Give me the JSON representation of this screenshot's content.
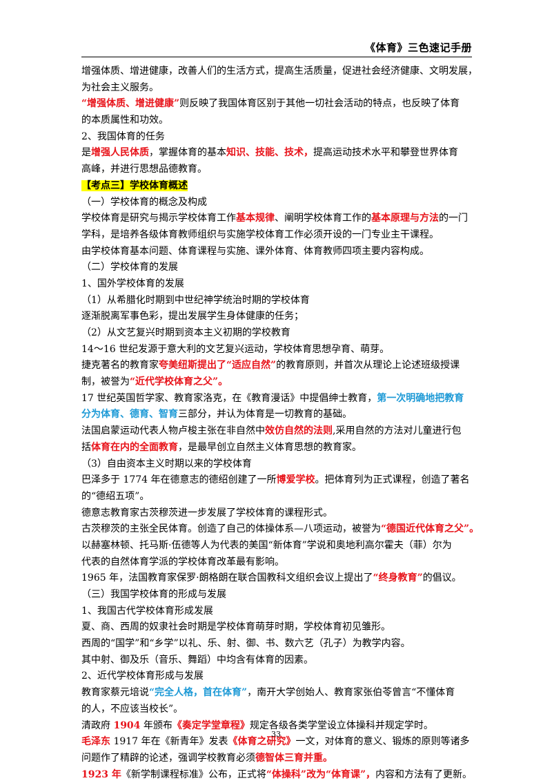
{
  "header": {
    "title": "《体育》三色速记手册"
  },
  "lines": [
    [
      {
        "t": "增强体质、增进健康，改善人们的生活方式，提高生活质量，促进社会经济健康、文明发展，",
        "s": ""
      }
    ],
    [
      {
        "t": "为社会主义服务。",
        "s": ""
      }
    ],
    [
      {
        "t": "“增强体质、增进健康”",
        "s": "red"
      },
      {
        "t": "则反映了我国体育区别于其他一切社会活动的特点，也反映了体育",
        "s": ""
      }
    ],
    [
      {
        "t": "的本质属性和功效。",
        "s": ""
      }
    ],
    [
      {
        "t": "2、我国体育的任务",
        "s": ""
      }
    ],
    [
      {
        "t": "是",
        "s": ""
      },
      {
        "t": "增强人民体质",
        "s": "red"
      },
      {
        "t": "，掌握体育的基本",
        "s": ""
      },
      {
        "t": "知识、技能、技术，",
        "s": "red"
      },
      {
        "t": "提高运动技术水平和攀登世界体育",
        "s": ""
      }
    ],
    [
      {
        "t": "高峰，并进行思想品德教育。",
        "s": ""
      }
    ],
    [
      {
        "t": "【考点三】学校体育概述",
        "s": "hl"
      }
    ],
    [
      {
        "t": "（一）学校体育的概念及构成",
        "s": ""
      }
    ],
    [
      {
        "t": "学校体育是研究与揭示学校体育工作",
        "s": ""
      },
      {
        "t": "基本规律",
        "s": "red"
      },
      {
        "t": "、阐明学校体育工作的",
        "s": ""
      },
      {
        "t": "基本原理与方法",
        "s": "red"
      },
      {
        "t": "的一门",
        "s": ""
      }
    ],
    [
      {
        "t": "学科，是培养各级体育教师组织与实施学校体育工作必须开设的一门专业主干课程。",
        "s": ""
      }
    ],
    [
      {
        "t": "由学校体育基本问题、体育课程与实施、课外体育、体育教师四项主要内容构成。",
        "s": ""
      }
    ],
    [
      {
        "t": "（二）学校体育的发展",
        "s": ""
      }
    ],
    [
      {
        "t": "1、国外学校体育的发展",
        "s": ""
      }
    ],
    [
      {
        "t": "（1）从希腊化时期到中世纪神学统治时期的学校体育",
        "s": ""
      }
    ],
    [
      {
        "t": "逐渐脱离军事色彩，提出发展学生身体健康的任务；",
        "s": ""
      }
    ],
    [
      {
        "t": "（2）从文艺复兴时期到资本主义初期的学校教育",
        "s": ""
      }
    ],
    [
      {
        "t": "14～16 世纪发源于意大利的文艺复兴运动，学校体育思想孕育、萌芽。",
        "s": ""
      }
    ],
    [
      {
        "t": "捷克著名的教育家",
        "s": ""
      },
      {
        "t": "夸美纽斯提出了“适应自然”",
        "s": "red"
      },
      {
        "t": "的教育原则，并首次从理论上论述班级授课",
        "s": ""
      }
    ],
    [
      {
        "t": "制，被誉为",
        "s": ""
      },
      {
        "t": "“近代学校体育之父”。",
        "s": "red"
      }
    ],
    [
      {
        "t": "17 世纪英国哲学家、教育家洛克，在《教育漫话》中提倡绅士教育，",
        "s": ""
      },
      {
        "t": "第一次明确地把教育",
        "s": "blue"
      }
    ],
    [
      {
        "t": "分为体育、德育、智育",
        "s": "blue"
      },
      {
        "t": "三部分，并认为体育是一切教育的基础。",
        "s": ""
      }
    ],
    [
      {
        "t": "法国启蒙运动代表人物卢梭主张在非自然中",
        "s": ""
      },
      {
        "t": "效仿自然的法则",
        "s": "red"
      },
      {
        "t": ",采用自然的方法对儿童进行包",
        "s": ""
      }
    ],
    [
      {
        "t": "括",
        "s": ""
      },
      {
        "t": "体育在内的全面教育",
        "s": "red"
      },
      {
        "t": "，是最早创立自然主义体育思想的教育家。",
        "s": ""
      }
    ],
    [
      {
        "t": "（3）自由资本主义时期以来的学校体育",
        "s": ""
      }
    ],
    [
      {
        "t": "巴泽多于 1774 年在德意志的德绍创建了一所",
        "s": ""
      },
      {
        "t": "博爱学校",
        "s": "red"
      },
      {
        "t": "。把体育列为正式课程，创造了著名",
        "s": ""
      }
    ],
    [
      {
        "t": "的“德绍五项”。",
        "s": ""
      }
    ],
    [
      {
        "t": "德意志教育家古茨穆茨进一步发展了学校体育的课程形式。",
        "s": ""
      }
    ],
    [
      {
        "t": "古茨穆茨的主张全民体育。创造了自己的体操体系—八项运动，被誉为",
        "s": ""
      },
      {
        "t": "“德国近代体育之父”。",
        "s": "red"
      }
    ],
    [
      {
        "t": "以赫塞林顿、托马斯·伍德等人为代表的美国“新体育”学说和奥地利高尔霍夫（菲）尔为",
        "s": ""
      }
    ],
    [
      {
        "t": "代表的自然体育学派的学校体育改革最有影响。",
        "s": ""
      }
    ],
    [
      {
        "t": "1965 年，法国教育家保罗·朗格朗在联合国教科文组织会议上提出了",
        "s": ""
      },
      {
        "t": "“终身教育”",
        "s": "red"
      },
      {
        "t": "的倡议。",
        "s": ""
      }
    ],
    [
      {
        "t": "（三）我国学校体育的形成与发展",
        "s": ""
      }
    ],
    [
      {
        "t": "1、我国古代学校体育形成发展",
        "s": ""
      }
    ],
    [
      {
        "t": "夏、商、西周的奴隶社会时期是学校体育萌芽时期，学校体育初见雏形。",
        "s": ""
      }
    ],
    [
      {
        "t": "西周的“国学”和“乡学”以礼、乐、射、御、书、数六艺（孔子）为教学内容。",
        "s": ""
      }
    ],
    [
      {
        "t": "其中射、御及乐（音乐、舞蹈）中均含有体育的因素。",
        "s": ""
      }
    ],
    [
      {
        "t": "2、近代学校体育形成与发展",
        "s": ""
      }
    ],
    [
      {
        "t": "教育家蔡元培说",
        "s": ""
      },
      {
        "t": "“完全人格，首在体育”",
        "s": "blue"
      },
      {
        "t": "，南开大学创始人、教育家张伯苓曾言“不懂体育",
        "s": ""
      }
    ],
    [
      {
        "t": "的人，不应该当校长”。",
        "s": ""
      }
    ],
    [
      {
        "t": "清政府 ",
        "s": ""
      },
      {
        "t": "1904",
        "s": "red"
      },
      {
        "t": " 年颁布",
        "s": ""
      },
      {
        "t": "《奏定学堂章程》",
        "s": "red"
      },
      {
        "t": "规定各级各类学堂设立体操科并规定学时。",
        "s": ""
      }
    ],
    [
      {
        "t": "毛泽东",
        "s": "red"
      },
      {
        "t": " 1917 年在《新青年》发表",
        "s": ""
      },
      {
        "t": "《体育之研究》",
        "s": "red"
      },
      {
        "t": "一文，对体育的意义、锻炼的原则等诸多",
        "s": ""
      }
    ],
    [
      {
        "t": "问题作了精辟的论述，强调学校教育必须",
        "s": ""
      },
      {
        "t": "德智体三育并重。",
        "s": "red"
      }
    ],
    [
      {
        "t": "1923 年",
        "s": "red"
      },
      {
        "t": "《新学制课程标准》公布，正式将",
        "s": ""
      },
      {
        "t": "“体操科”改为“体育课”，",
        "s": "red"
      },
      {
        "t": "内容和方法有了更新。",
        "s": ""
      }
    ]
  ],
  "footer": {
    "page_number": "33"
  }
}
